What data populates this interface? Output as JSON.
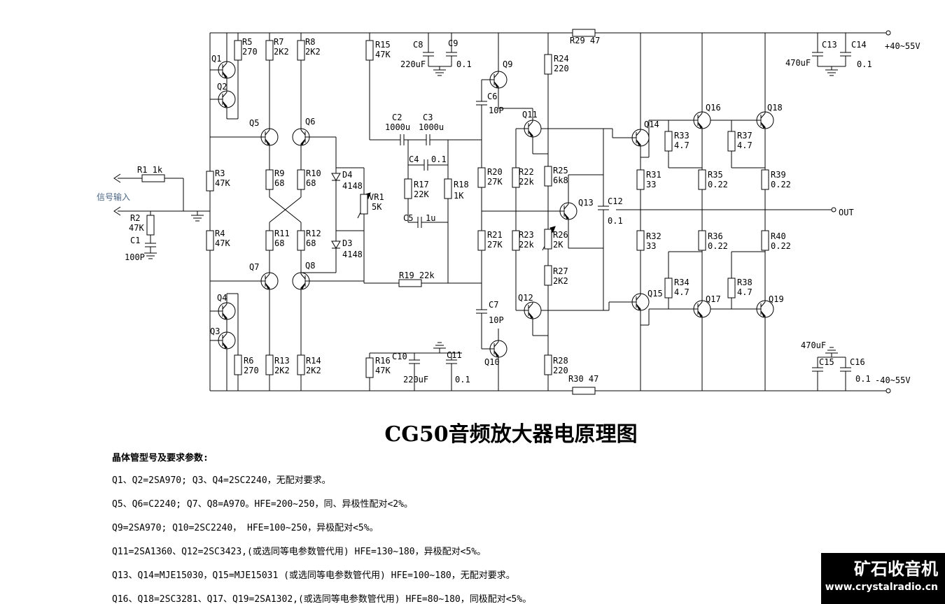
{
  "title": "CG50音频放大器电原理图",
  "power": {
    "positive": "+40~55V",
    "negative": "-40~55V",
    "output": "OUT",
    "input_label": "信号输入"
  },
  "notes": {
    "heading": "晶体管型号及要求参数:",
    "lines": [
      "Q1、Q2=2SA970; Q3、Q4=2SC2240，无配对要求。",
      "Q5、Q6=C2240; Q7、Q8=A970。HFE=200~250，同、异极性配对<2%。",
      "Q9=2SA970; Q10=2SC2240， HFE=100~250，异极配对<5%。",
      "Q11=2SA1360、Q12=2SC3423,(或选同等电参数管代用) HFE=130~180，异极配对<5%。",
      "Q13、Q14=MJE15030，Q15=MJE15031 (或选同等电参数管代用) HFE=100~180，无配对要求。",
      "Q16、Q18=2SC3281、Q17、Q19=2SA1302,(或选同等电参数管代用) HFE=80~180，同极配对<5%。"
    ]
  },
  "watermark": {
    "title": "矿石收音机",
    "url": "www.crystalradio.cn"
  },
  "components": {
    "Q1": {
      "ref": "Q1"
    },
    "Q2": {
      "ref": "Q2"
    },
    "Q3": {
      "ref": "Q3"
    },
    "Q4": {
      "ref": "Q4"
    },
    "Q5": {
      "ref": "Q5"
    },
    "Q6": {
      "ref": "Q6"
    },
    "Q7": {
      "ref": "Q7"
    },
    "Q8": {
      "ref": "Q8"
    },
    "Q9": {
      "ref": "Q9"
    },
    "Q10": {
      "ref": "Q10"
    },
    "Q11": {
      "ref": "Q11"
    },
    "Q12": {
      "ref": "Q12"
    },
    "Q13": {
      "ref": "Q13"
    },
    "Q14": {
      "ref": "Q14"
    },
    "Q15": {
      "ref": "Q15"
    },
    "Q16": {
      "ref": "Q16"
    },
    "Q17": {
      "ref": "Q17"
    },
    "Q18": {
      "ref": "Q18"
    },
    "Q19": {
      "ref": "Q19"
    },
    "R1": {
      "ref": "R1 1k"
    },
    "R2": {
      "ref": "R2",
      "value": "47K"
    },
    "R3": {
      "ref": "R3",
      "value": "47K"
    },
    "R4": {
      "ref": "R4",
      "value": "47K"
    },
    "R5": {
      "ref": "R5",
      "value": "270"
    },
    "R6": {
      "ref": "R6",
      "value": "270"
    },
    "R7": {
      "ref": "R7",
      "value": "2K2"
    },
    "R8": {
      "ref": "R8",
      "value": "2K2"
    },
    "R9": {
      "ref": "R9",
      "value": "68"
    },
    "R10": {
      "ref": "R10",
      "value": "68"
    },
    "R11": {
      "ref": "R11",
      "value": "68"
    },
    "R12": {
      "ref": "R12",
      "value": "68"
    },
    "R13": {
      "ref": "R13",
      "value": "2K2"
    },
    "R14": {
      "ref": "R14",
      "value": "2K2"
    },
    "R15": {
      "ref": "R15",
      "value": "47K"
    },
    "R16": {
      "ref": "R16",
      "value": "47K"
    },
    "R17": {
      "ref": "R17",
      "value": "22K"
    },
    "R18": {
      "ref": "R18",
      "value": "1K"
    },
    "R19": {
      "ref": "R19 22k"
    },
    "R20": {
      "ref": "R20",
      "value": "27K"
    },
    "R21": {
      "ref": "R21",
      "value": "27K"
    },
    "R22": {
      "ref": "R22",
      "value": "22k"
    },
    "R23": {
      "ref": "R23",
      "value": "22k"
    },
    "R24": {
      "ref": "R24",
      "value": "220"
    },
    "R25": {
      "ref": "R25",
      "value": "6k8"
    },
    "R26": {
      "ref": "R26",
      "value": "2K"
    },
    "R27": {
      "ref": "R27",
      "value": "2K2"
    },
    "R28": {
      "ref": "R28",
      "value": "220"
    },
    "R29": {
      "ref": "R29 47"
    },
    "R30": {
      "ref": "R30 47"
    },
    "R31": {
      "ref": "R31",
      "value": "33"
    },
    "R32": {
      "ref": "R32",
      "value": "33"
    },
    "R33": {
      "ref": "R33",
      "value": "4.7"
    },
    "R34": {
      "ref": "R34",
      "value": "4.7"
    },
    "R35": {
      "ref": "R35",
      "value": "0.22"
    },
    "R36": {
      "ref": "R36",
      "value": "0.22"
    },
    "R37": {
      "ref": "R37",
      "value": "4.7"
    },
    "R38": {
      "ref": "R38",
      "value": "4.7"
    },
    "R39": {
      "ref": "R39",
      "value": "0.22"
    },
    "R40": {
      "ref": "R40",
      "value": "0.22"
    },
    "C1": {
      "ref": "C1",
      "value": "100P"
    },
    "C2": {
      "ref": "C2",
      "value": "1000u"
    },
    "C3": {
      "ref": "C3",
      "value": "1000u"
    },
    "C4": {
      "ref": "C4",
      "value": "0.1"
    },
    "C5": {
      "ref": "C5",
      "value": "1u"
    },
    "C6": {
      "ref": "C6",
      "value": "10P"
    },
    "C7": {
      "ref": "C7",
      "value": "10P"
    },
    "C8": {
      "ref": "C8",
      "value": "220uF"
    },
    "C9": {
      "ref": "C9",
      "value": "0.1"
    },
    "C10": {
      "ref": "C10",
      "value": "220uF"
    },
    "C11": {
      "ref": "C11",
      "value": "0.1"
    },
    "C12": {
      "ref": "C12",
      "value": "0.1"
    },
    "C13": {
      "ref": "C13",
      "value": "470uF"
    },
    "C14": {
      "ref": "C14",
      "value": "0.1"
    },
    "C15": {
      "ref": "C15",
      "value": "470uF"
    },
    "C16": {
      "ref": "C16",
      "value": "0.1"
    },
    "D3": {
      "ref": "D3",
      "value": "4148"
    },
    "D4": {
      "ref": "D4",
      "value": "4148"
    },
    "VR1": {
      "ref": "VR1",
      "value": "5K"
    }
  }
}
